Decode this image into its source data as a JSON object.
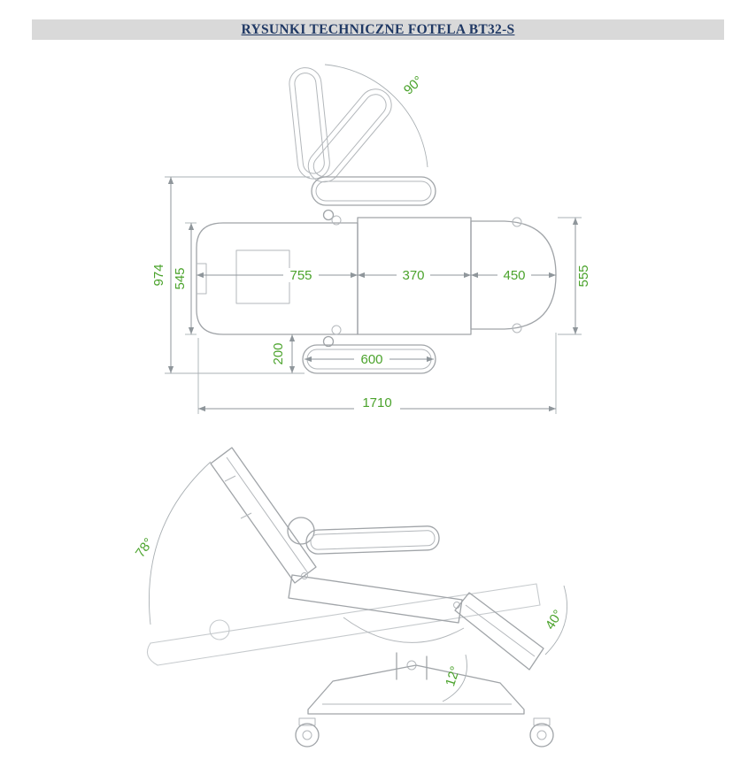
{
  "header": {
    "title": "RYSUNKI TECHNICZNE FOTELA BT32-S"
  },
  "top_view": {
    "angle_armrest": "90°",
    "overall_width": "974",
    "bed_width": "545",
    "backrest_length": "755",
    "seat_length": "370",
    "legrest_length": "450",
    "legrest_width": "555",
    "armrest_offset": "200",
    "armrest_length": "600",
    "overall_length": "1710"
  },
  "side_view": {
    "backrest_angle": "78°",
    "legrest_angle": "40°",
    "seat_tilt_angle": "12°"
  },
  "colors": {
    "dimension_text": "#4ba32c",
    "drawing_line": "#a0a4a8",
    "dimension_line": "#8f969b",
    "title_text": "#1f3864",
    "title_background": "#d9d9d9"
  }
}
